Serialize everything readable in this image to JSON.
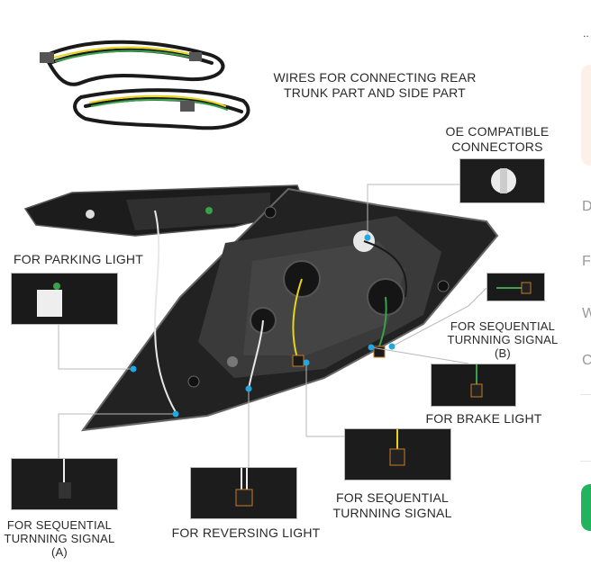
{
  "labels": {
    "wires": [
      "WIRES FOR CONNECTING REAR",
      "TRUNK PART AND SIDE PART"
    ],
    "oe_connectors": [
      "OE COMPATIBLE",
      "CONNECTORS"
    ],
    "parking_light": "FOR PARKING LIGHT",
    "sequential_b": [
      "FOR SEQUENTIAL",
      "TURNNING SIGNAL",
      "(B)"
    ],
    "brake_light": "FOR BRAKE LIGHT",
    "sequential_mid": [
      "FOR SEQUENTIAL",
      "TURNNING SIGNAL"
    ],
    "reversing_light": "FOR REVERSING LIGHT",
    "sequential_a": [
      "FOR SEQUENTIAL",
      "TURNNING SIGNAL",
      "(A)"
    ]
  },
  "side_panel": {
    "ellipsis": "..",
    "rows": [
      "D",
      "F",
      "W",
      "C"
    ]
  },
  "colors": {
    "housing": "#2b2b2b",
    "leader_line": "#b8b8b8",
    "dot": "#22a7e0",
    "wire_yellow": "#e8d21a",
    "wire_green": "#3aa14a",
    "cta": "#22b35e",
    "promo": "#fdf0e8"
  }
}
